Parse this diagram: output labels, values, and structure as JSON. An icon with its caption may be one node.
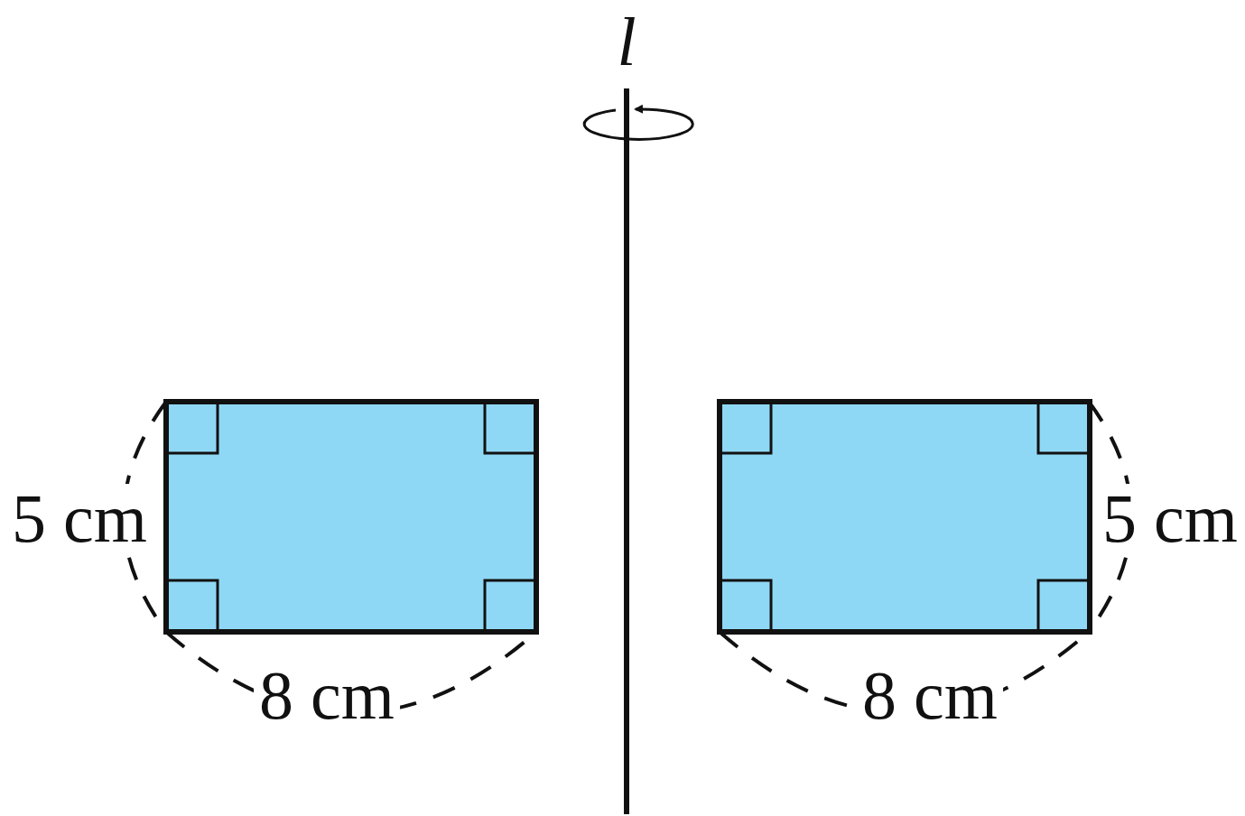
{
  "diagram": {
    "labels": [
      "l",
      "5 cm",
      "8 cm",
      "5 cm",
      "8 cm"
    ]
  }
}
